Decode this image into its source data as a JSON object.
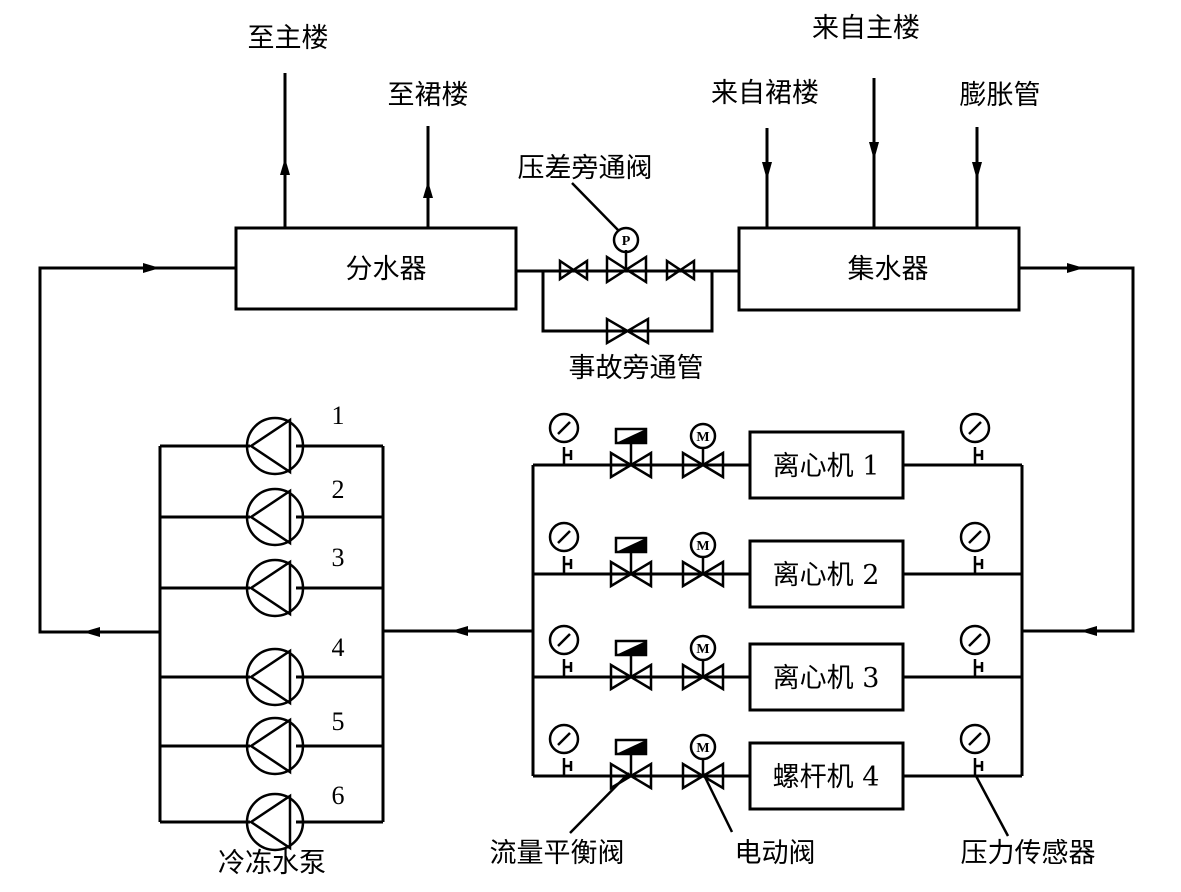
{
  "colors": {
    "line": "#000000",
    "background": "#ffffff"
  },
  "supply": {
    "to_main_building": "至主楼",
    "to_podium": "至裙楼"
  },
  "return": {
    "from_podium": "来自裙楼",
    "from_main_building": "来自主楼",
    "expansion_pipe": "膨胀管"
  },
  "headers": {
    "distributor": "分水器",
    "collector": "集水器"
  },
  "bypass": {
    "dp_valve_label": "压差旁通阀",
    "dp_valve_symbol": "P",
    "emergency_bypass_label": "事故旁通管"
  },
  "pumps": {
    "group_label": "冷冻水泵",
    "numbers": [
      "1",
      "2",
      "3",
      "4",
      "5",
      "6"
    ]
  },
  "chillers": [
    {
      "label": "离心机 1"
    },
    {
      "label": "离心机 2"
    },
    {
      "label": "离心机 3"
    },
    {
      "label": "螺杆机 4"
    }
  ],
  "annotations": {
    "balance_valve": "流量平衡阀",
    "motor_valve": "电动阀",
    "motor_symbol": "M",
    "pressure_sensor": "压力传感器"
  }
}
